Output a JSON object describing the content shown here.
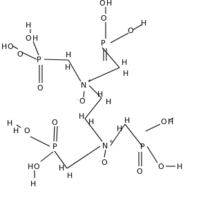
{
  "molecule": {
    "atoms": {
      "oh": "O",
      "h": "H",
      "p": "P",
      "dbl_o": "O",
      "n": "N",
      "charge_plus": "+",
      "n_oxide_o": "O",
      "charge_dot": "·"
    }
  }
}
